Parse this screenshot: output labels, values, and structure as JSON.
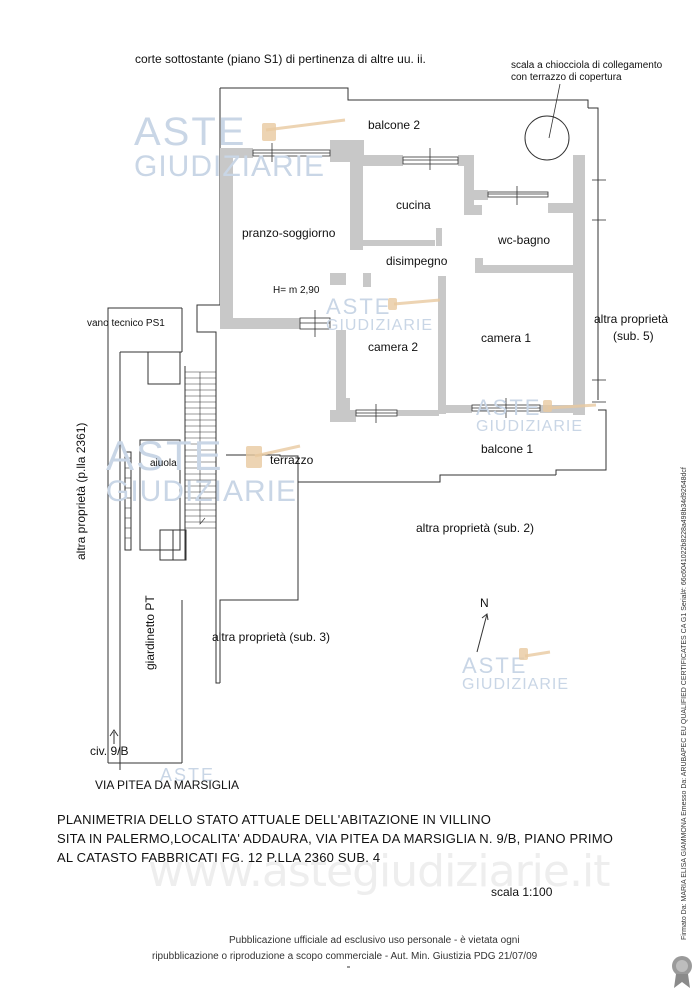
{
  "header": {
    "courtyard": "corte sottostante (piano S1) di pertinenza di altre uu. ii.",
    "stair_note_1": "scala a chiocciola di collegamento",
    "stair_note_2": "con terrazzo di copertura"
  },
  "rooms": {
    "balcone2": "balcone 2",
    "cucina": "cucina",
    "pranzo": "pranzo-soggiorno",
    "wc": "wc-bagno",
    "disimpegno": "disimpegno",
    "height": "H= m  2,90",
    "camera2": "camera 2",
    "camera1": "camera 1",
    "vano_tecnico": "vano tecnico PS1",
    "aiuola": "aiuola",
    "terrazzo": "terrazzo",
    "balcone1": "balcone 1",
    "giardinetto": "giardinetto PT"
  },
  "neighbors": {
    "sub5_line1": "altra proprietà",
    "sub5_line2": "(sub. 5)",
    "sub2": "altra proprietà (sub. 2)",
    "sub3": "altra proprietà (sub. 3)",
    "plla2361": "altra proprietà (p.lla 2361)"
  },
  "orientation": {
    "north": "N"
  },
  "address": {
    "civic": "civ. 9/B",
    "street": "VIA PITEA DA MARSIGLIA"
  },
  "title": {
    "line1": "PLANIMETRIA DELLO STATO ATTUALE DELL'ABITAZIONE IN VILLINO",
    "line2": "SITA IN PALERMO,LOCALITA' ADDAURA, VIA PITEA DA MARSIGLIA N. 9/B,  PIANO PRIMO",
    "line3": "AL CATASTO FABBRICATI FG. 12  P.LLA 2360  SUB. 4",
    "scale": "scala 1:100"
  },
  "footer": {
    "line1": "Pubblicazione ufficiale ad esclusivo uso personale - è vietata ogni",
    "line2": "ripubblicazione o riproduzione a scopo commerciale - Aut. Min. Giustizia PDG 21/07/09"
  },
  "watermark": {
    "brand_top": "ASTE",
    "brand_bottom": "GIUDIZIARIE",
    "website": "www.astegiudiziarie.it"
  },
  "signature": "Firmato Da: MARIA ELISA GIAMMONA Emesso Da: ARUBAPEC EU QUALIFIED CERTIFICATES CA G1 Serial#: 66c6041022b8228a498b34d92648dcf",
  "colors": {
    "wall": "#c8c8c8",
    "line": "#333333",
    "watermark": "#c9d6e6",
    "hammer": "#e8c9a0"
  }
}
